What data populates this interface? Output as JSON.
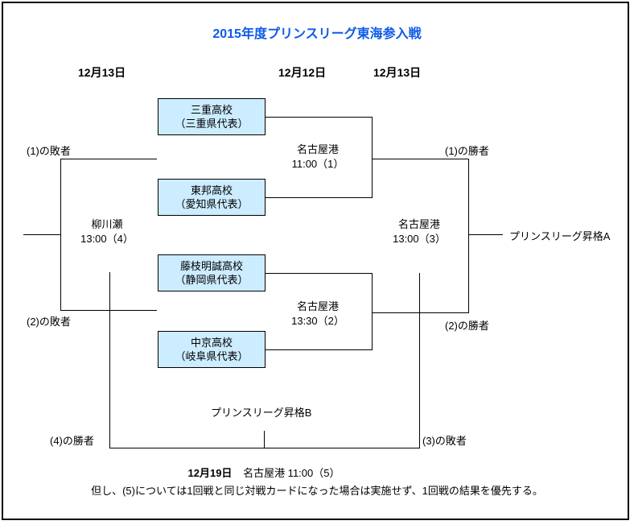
{
  "title": "2015年度プリンスリーグ東海参入戦",
  "colors": {
    "title_blue": "#0d5ae8",
    "box_fill": "#ccecff",
    "line_color": "#000000"
  },
  "date_headers": {
    "left": "12月13日",
    "center": "12月12日",
    "right": "12月13日"
  },
  "teams": [
    {
      "name": "三重高校",
      "rep": "（三重県代表）"
    },
    {
      "name": "東邦高校",
      "rep": "（愛知県代表）"
    },
    {
      "name": "藤枝明誠高校",
      "rep": "（静岡県代表）"
    },
    {
      "name": "中京高校",
      "rep": "（岐阜県代表）"
    }
  ],
  "matches": {
    "m1": {
      "venue": "名古屋港",
      "time": "11:00（1）"
    },
    "m2": {
      "venue": "名古屋港",
      "time": "13:30（2）"
    },
    "m3": {
      "venue": "名古屋港",
      "time": "13:00（3）"
    },
    "m4": {
      "venue": "柳川瀬",
      "time": "13:00（4）"
    }
  },
  "labels": {
    "loser1": "(1)の敗者",
    "loser2": "(2)の敗者",
    "winner1": "(1)の勝者",
    "winner2": "(2)の勝者",
    "winner4": "(4)の勝者",
    "loser3": "(3)の敗者",
    "promotion_a": "プリンスリーグ昇格A",
    "promotion_b": "プリンスリーグ昇格B"
  },
  "footer": {
    "match5_date": "12月19日",
    "match5_info": "名古屋港 11:00（5）",
    "note": "但し、(5)については1回戦と同じ対戦カードになった場合は実施せず、1回戦の結果を優先する。"
  }
}
